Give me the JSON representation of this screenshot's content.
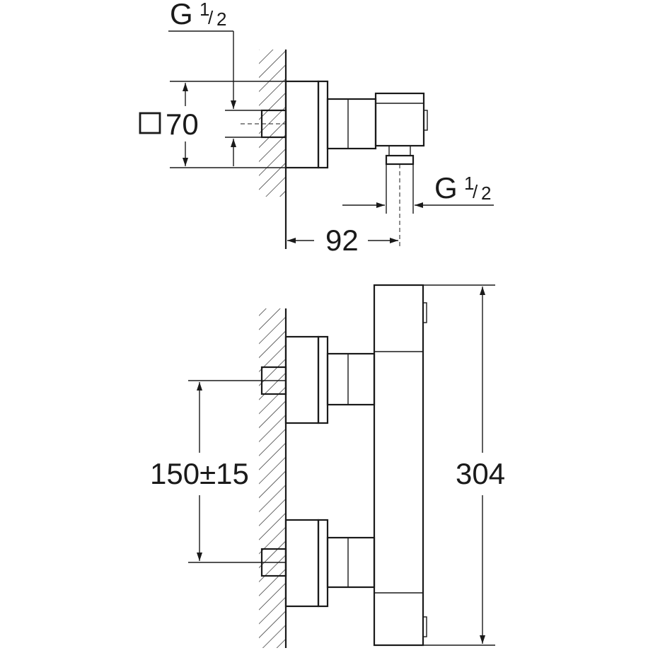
{
  "labels": {
    "thread_top": {
      "base": "G",
      "num": "1",
      "den": "2"
    },
    "thread_right": {
      "base": "G",
      "num": "1",
      "den": "2"
    },
    "square_size": "70",
    "depth": "92",
    "spacing": "150±15",
    "height": "304"
  },
  "colors": {
    "line": "#1a1a1a",
    "background": "#ffffff"
  }
}
